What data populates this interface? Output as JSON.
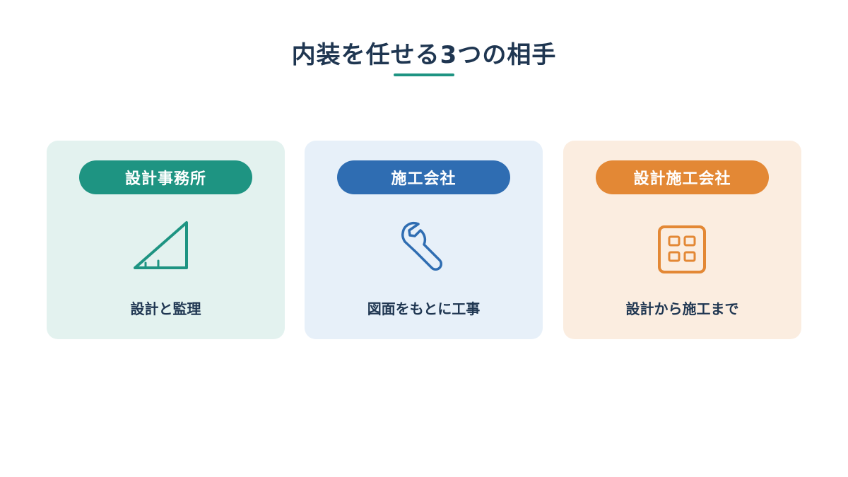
{
  "title": "内装を任せる3つの相手",
  "colors": {
    "title": "#1f3651",
    "accent": "#1e9482",
    "card1_accent": "#1e9482",
    "card2_accent": "#2f6db2",
    "card3_accent": "#e38835"
  },
  "cards": [
    {
      "label": "設計事務所",
      "icon": "triangle-ruler-icon",
      "description": "設計と監理"
    },
    {
      "label": "施工会社",
      "icon": "wrench-icon",
      "description": "図面をもとに工事"
    },
    {
      "label": "設計施工会社",
      "icon": "floor-plan-grid-icon",
      "description": "設計から施工まで"
    }
  ]
}
